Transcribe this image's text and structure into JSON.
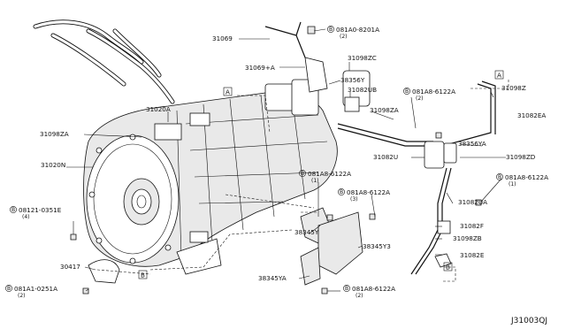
{
  "diagram_ref": "J31003QJ",
  "view_markers": [
    "A",
    "B"
  ],
  "callouts": [
    {
      "id": "c1",
      "text": "31069"
    },
    {
      "id": "c2",
      "text": "081A0-8201A",
      "bolt": "B",
      "qty": "(2)"
    },
    {
      "id": "c3",
      "text": "31069+A"
    },
    {
      "id": "c4",
      "text": "31098ZC"
    },
    {
      "id": "c5",
      "text": "38356Y"
    },
    {
      "id": "c6",
      "text": "31082UB"
    },
    {
      "id": "c7",
      "text": "081A8-6122A",
      "bolt": "B",
      "qty": "(2)"
    },
    {
      "id": "c8",
      "text": "31098Z"
    },
    {
      "id": "c9",
      "text": "31082EA"
    },
    {
      "id": "c10",
      "text": "31098ZA"
    },
    {
      "id": "c11",
      "text": "31020A"
    },
    {
      "id": "c12",
      "text": "31098ZA"
    },
    {
      "id": "c13",
      "text": "31020N"
    },
    {
      "id": "c14",
      "text": "38356YA"
    },
    {
      "id": "c15",
      "text": "31082U"
    },
    {
      "id": "c16",
      "text": "31098ZD"
    },
    {
      "id": "c17",
      "text": "081A8-6122A",
      "bolt": "B",
      "qty": "(1)"
    },
    {
      "id": "c18",
      "text": "081A8-6122A",
      "bolt": "B",
      "qty": "(1)"
    },
    {
      "id": "c19",
      "text": "081A8-6122A",
      "bolt": "B",
      "qty": "(3)"
    },
    {
      "id": "c20",
      "text": "08121-0351E",
      "bolt": "B",
      "qty": "(4)"
    },
    {
      "id": "c21",
      "text": "31082UA"
    },
    {
      "id": "c22",
      "text": "38345Y"
    },
    {
      "id": "c23",
      "text": "38345Y3"
    },
    {
      "id": "c24",
      "text": "31082F"
    },
    {
      "id": "c25",
      "text": "31098ZB"
    },
    {
      "id": "c26",
      "text": "31082E"
    },
    {
      "id": "c27",
      "text": "30417"
    },
    {
      "id": "c28",
      "text": "38345YA"
    },
    {
      "id": "c29",
      "text": "081A1-0251A",
      "bolt": "B",
      "qty": "(2)"
    },
    {
      "id": "c30",
      "text": "081A8-6122A",
      "bolt": "B",
      "qty": "(2)"
    }
  ]
}
